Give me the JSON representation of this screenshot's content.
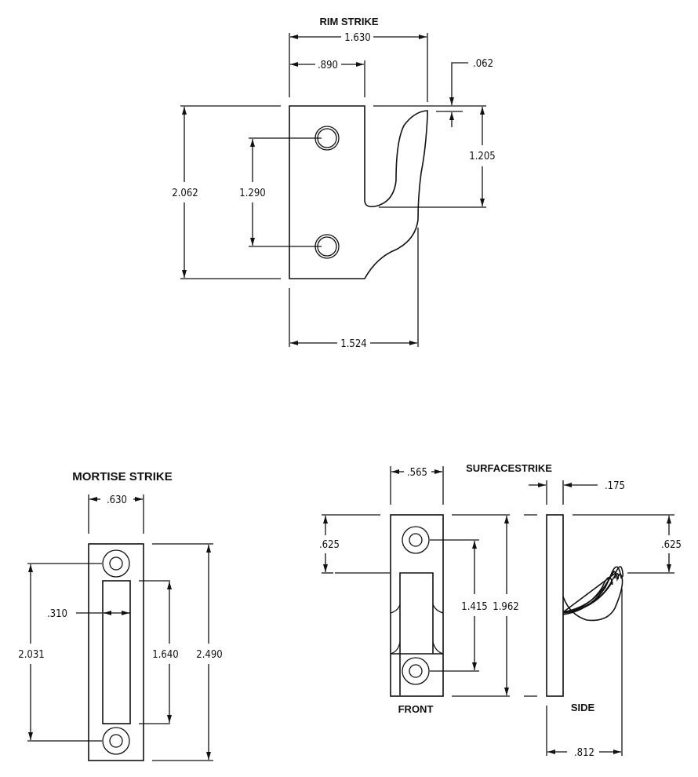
{
  "rim_strike": {
    "title": "RIM STRIKE",
    "dims": {
      "overall_width": "1.630",
      "hole_offset": ".890",
      "lip_offset": ".062",
      "height": "2.062",
      "hole_spacing": "1.290",
      "hook_height": "1.205",
      "base_width": "1.524"
    }
  },
  "mortise_strike": {
    "title": "MORTISE STRIKE",
    "dims": {
      "width": ".630",
      "slot_width": ".310",
      "hole_spacing": "2.031",
      "slot_length": "1.640",
      "height": "2.490"
    }
  },
  "surface_strike": {
    "title": "SURFACESTRIKE",
    "front_label": "FRONT",
    "side_label": "SIDE",
    "dims": {
      "width": ".565",
      "thickness": ".175",
      "top_to_slot": ".625",
      "hook_top": ".625",
      "hole_spacing": "1.415",
      "height": "1.962",
      "depth": ".812"
    }
  }
}
